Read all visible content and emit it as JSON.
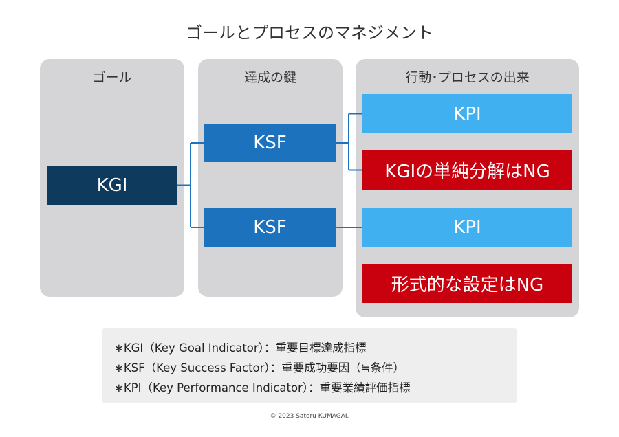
{
  "title": "ゴールとプロセスのマネジメント",
  "columns": {
    "goal": "ゴール",
    "ksf": "達成の鍵",
    "process": "行動･プロセスの出来"
  },
  "boxes": {
    "kgi": "KGI",
    "ksf_1": "KSF",
    "ksf_2": "KSF",
    "kpi_1": "KPI",
    "ng_1": "KGIの単純分解はNG",
    "kpi_2": "KPI",
    "ng_2": "形式的な設定はNG"
  },
  "colors": {
    "kgi": "#0e3a5e",
    "ksf": "#1d72be",
    "kpi": "#41b0f1",
    "ng": "#c9000e",
    "column_bg": "#d5d5d8",
    "connector": "#1d72be"
  },
  "notes": [
    "∗KGI（Key Goal Indicator）：重要目標達成指標",
    "∗KSF（Key Success Factor）：重要成功要因（≒条件）",
    "∗KPI（Key Performance Indicator）：重要業績評価指標"
  ],
  "copyright": "© 2023 Satoru KUMAGAI."
}
